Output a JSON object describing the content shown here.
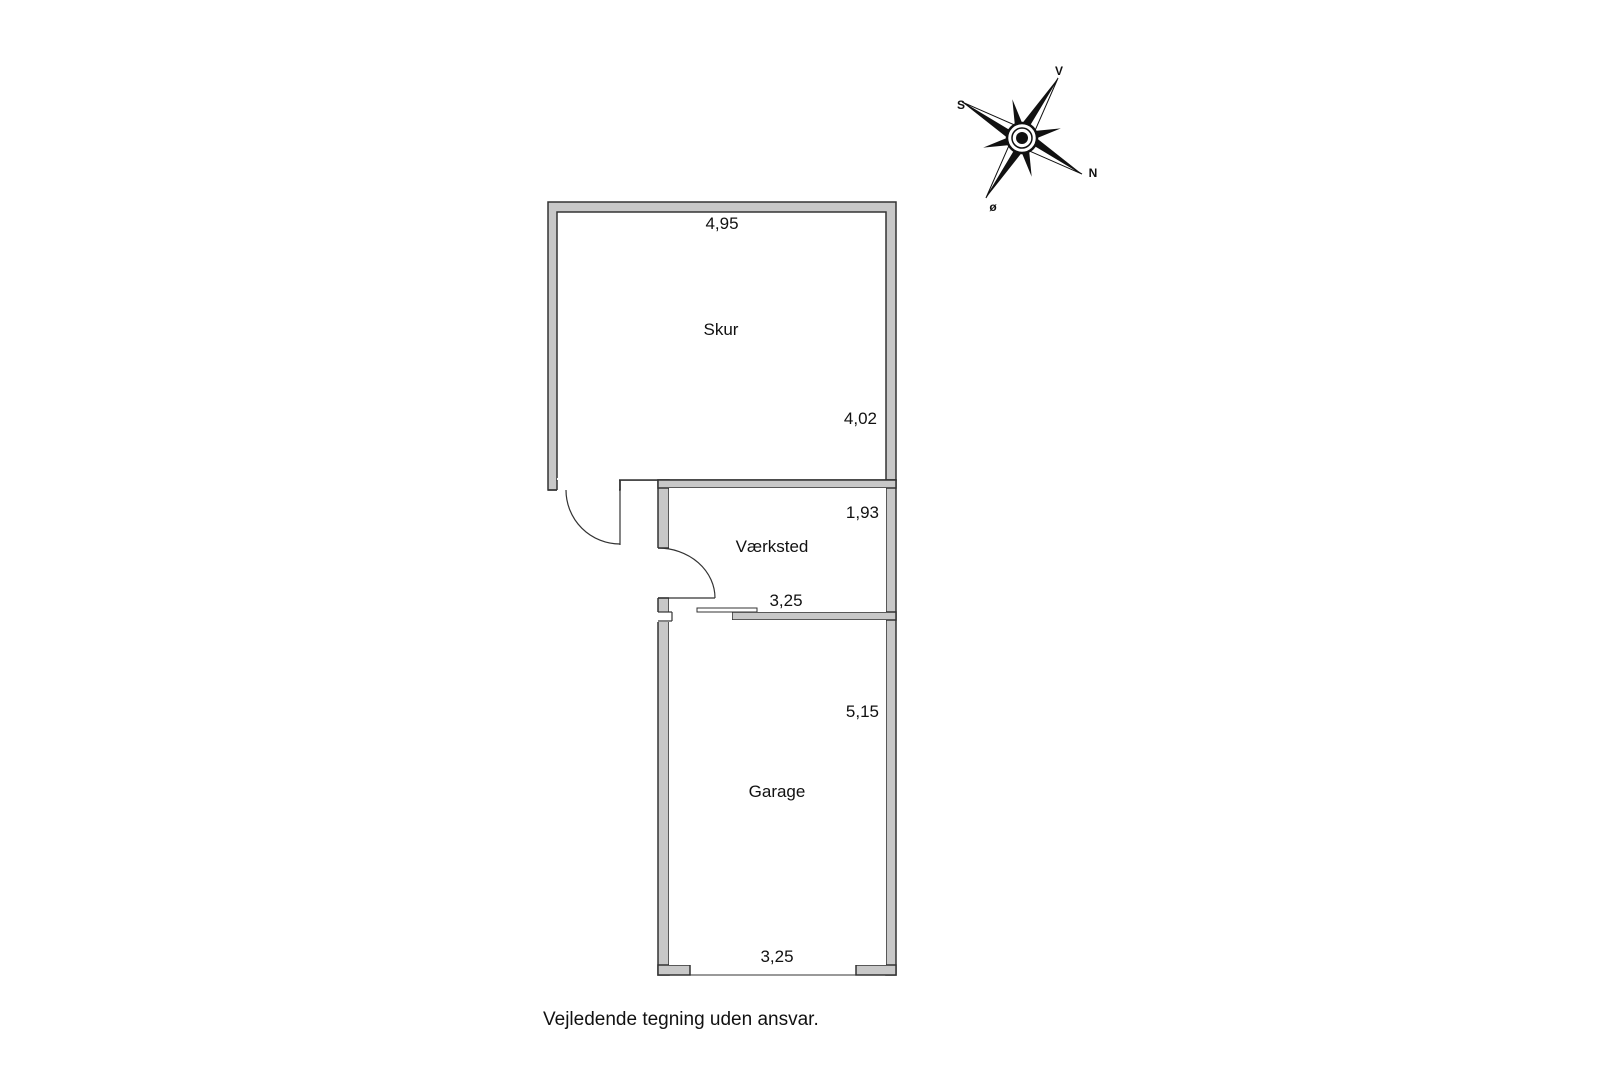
{
  "rooms": {
    "skur": {
      "name": "Skur",
      "width": "4,95",
      "depth": "4,02"
    },
    "vaerksted": {
      "name": "Værksted",
      "depth": "1,93",
      "width": "3,25"
    },
    "garage": {
      "name": "Garage",
      "depth": "5,15",
      "width": "3,25"
    }
  },
  "compass": {
    "v": "V",
    "s": "S",
    "n": "N",
    "o": "ø"
  },
  "footer": "Vejledende tegning uden ansvar.",
  "colors": {
    "wall_fill": "#c8c8c8",
    "wall_stroke": "#333333"
  }
}
